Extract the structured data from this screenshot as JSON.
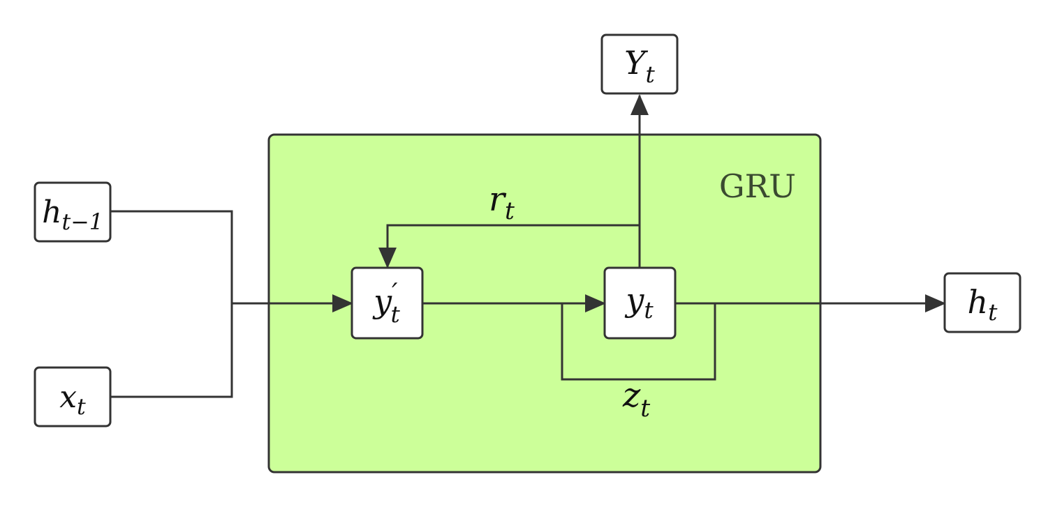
{
  "gru_label": "GRU",
  "colors": {
    "gru_fill": "#ccff99",
    "stroke": "#333333",
    "node_fill": "#ffffff"
  },
  "nodes": {
    "h_prev": {
      "base": "h",
      "sub": "t−1"
    },
    "x_t": {
      "base": "x",
      "sub": "t"
    },
    "y_prime": {
      "base": "y",
      "prime": "′",
      "sub": "t"
    },
    "y_t": {
      "base": "y",
      "sub": "t"
    },
    "Y_t": {
      "base": "Y",
      "sub": "t"
    },
    "h_t": {
      "base": "h",
      "sub": "t"
    }
  },
  "edge_labels": {
    "r_t": {
      "base": "r",
      "sub": "t"
    },
    "z_t": {
      "base": "z",
      "sub": "t"
    }
  }
}
